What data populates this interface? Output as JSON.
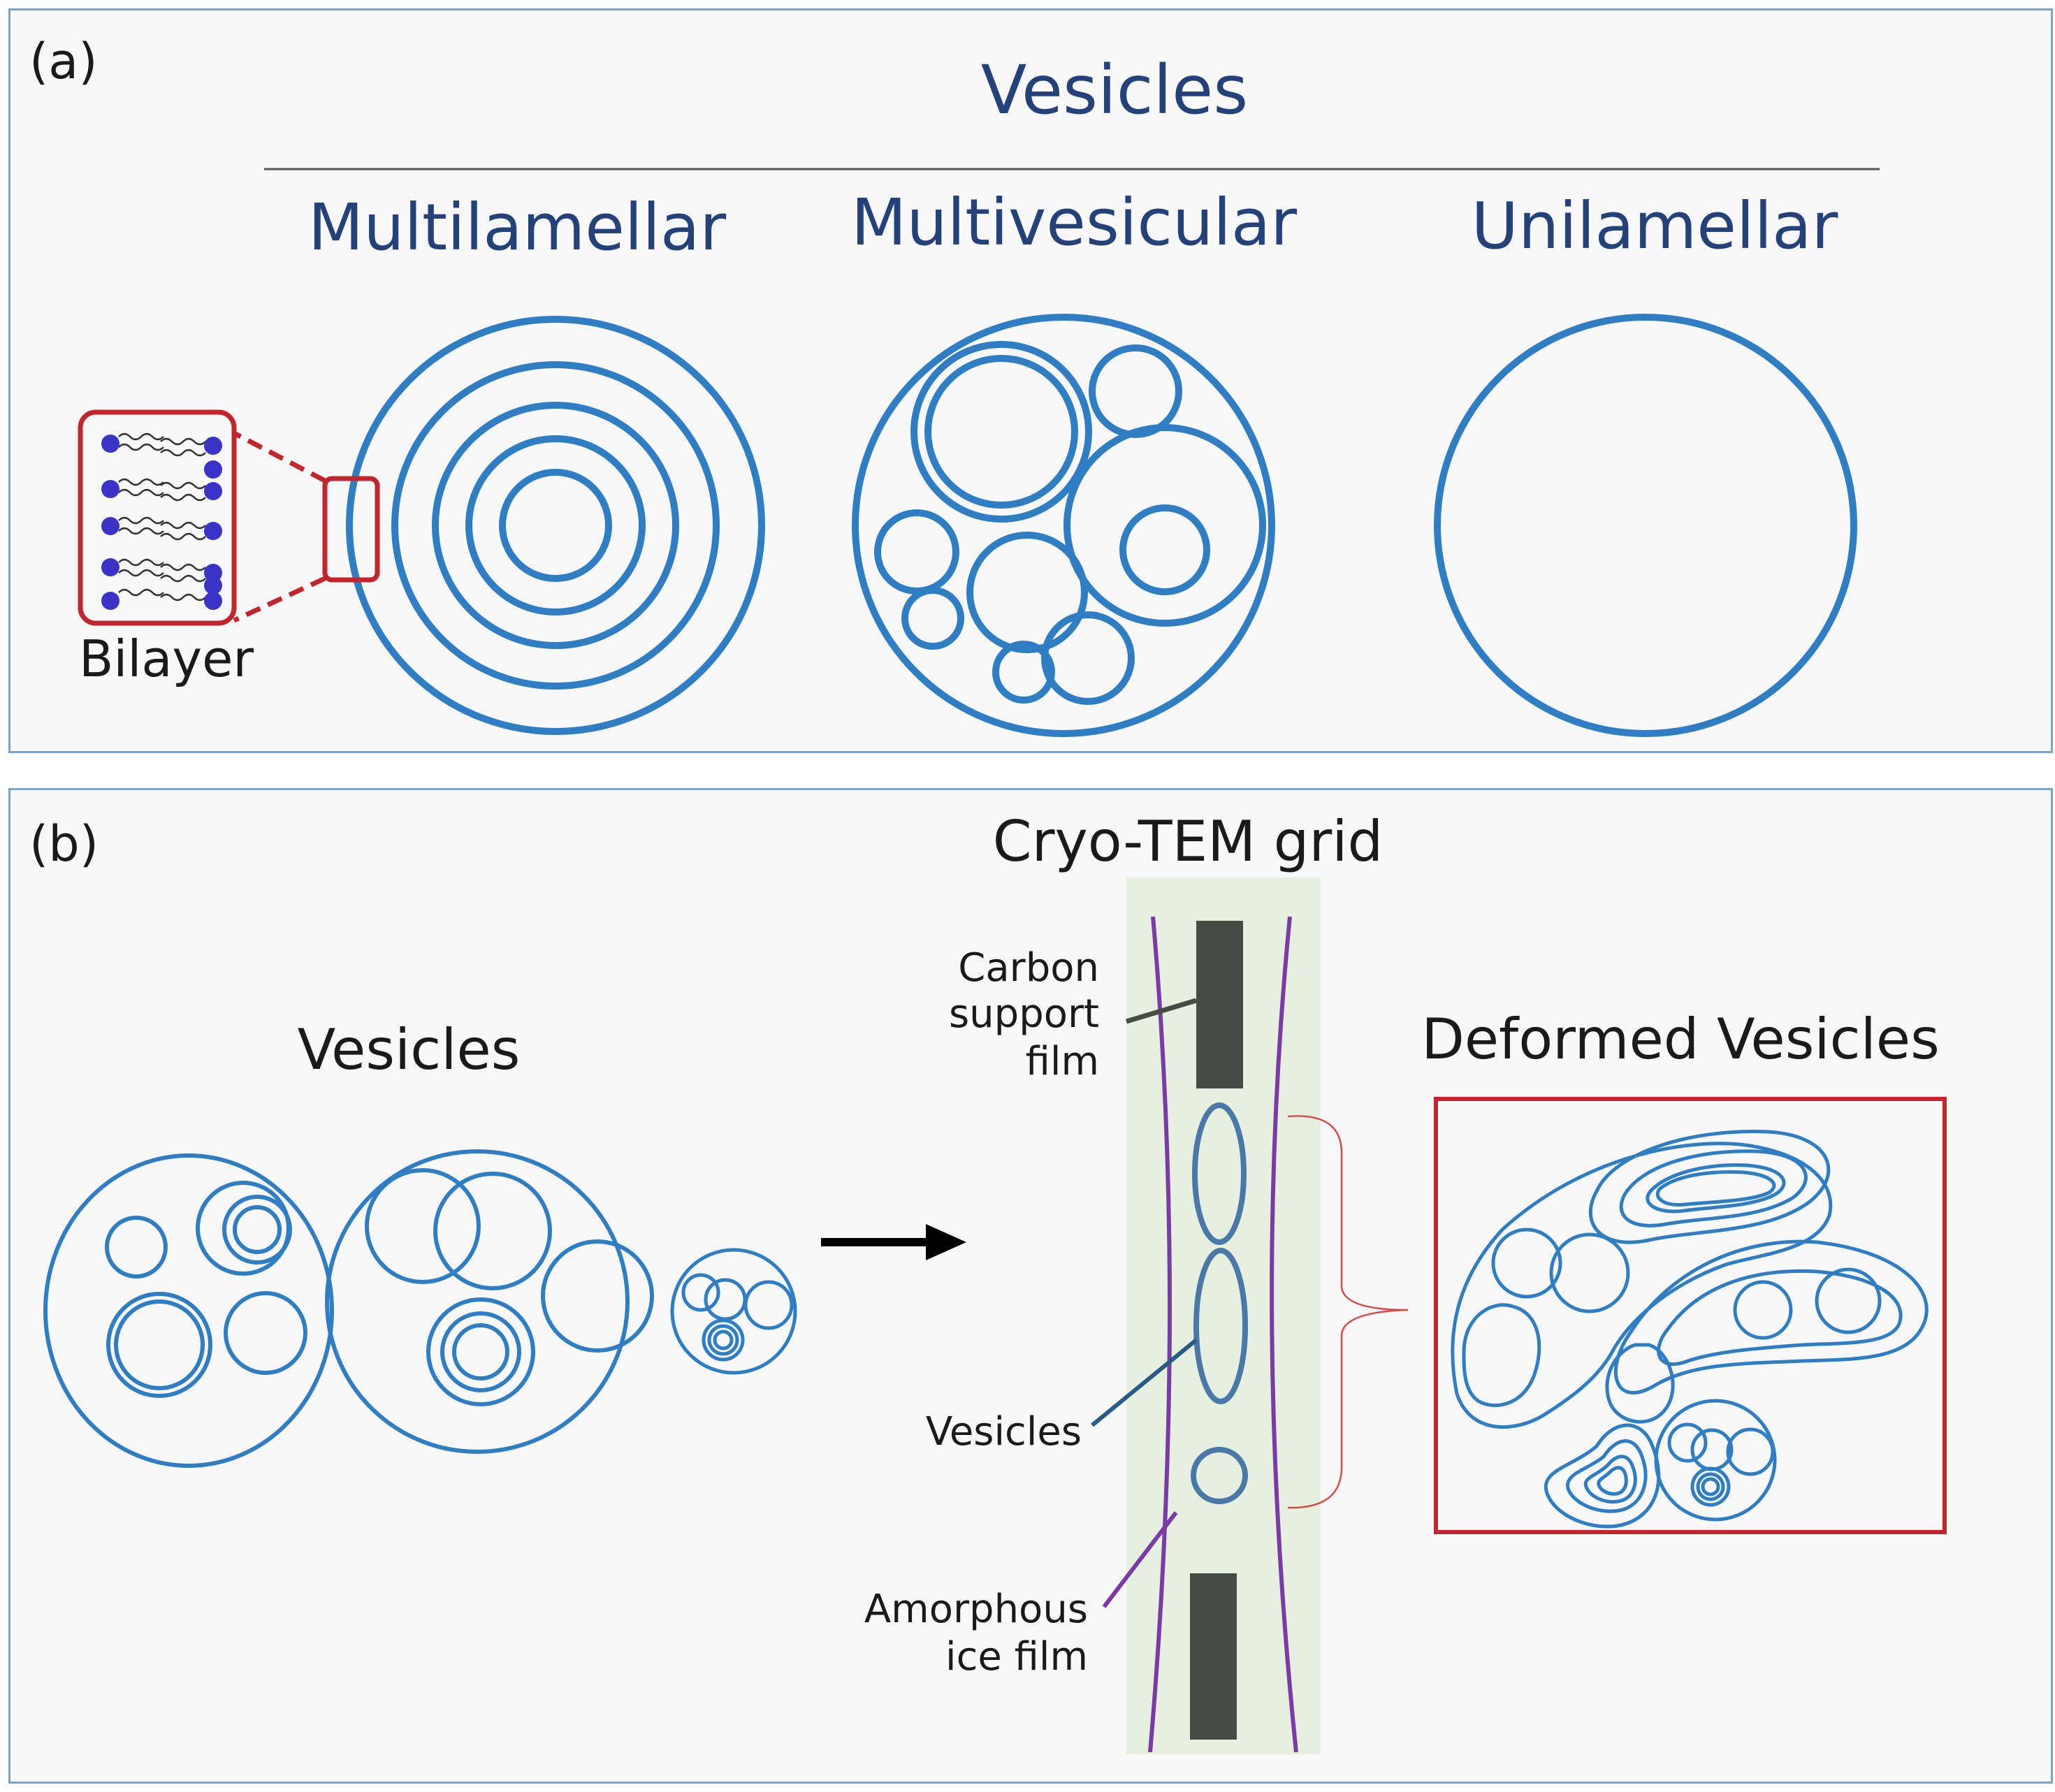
{
  "panel_a": {
    "label": "(a)",
    "title": "Vesicles",
    "types": [
      "Multilamellar",
      "Multivesicular",
      "Unilamellar"
    ],
    "bilayer_label": "Bilayer"
  },
  "panel_b": {
    "label": "(b)",
    "vesicles_label": "Vesicles",
    "grid_title": "Cryo-TEM grid",
    "carbon_label": [
      "Carbon",
      "support",
      "film"
    ],
    "vesicles_callout": "Vesicles",
    "ice_label": [
      "Amorphous",
      "ice film"
    ],
    "deformed_title": "Deformed Vesicles"
  },
  "colors": {
    "vesicle": "#2f7ec4",
    "title_blue": "#24417a",
    "bilayer_box": "#c0262b",
    "lipid_head": "#3b33c8",
    "ice": "#7b3aa6",
    "carbon": "#464b46",
    "grid_bg": "#e6f0de"
  }
}
